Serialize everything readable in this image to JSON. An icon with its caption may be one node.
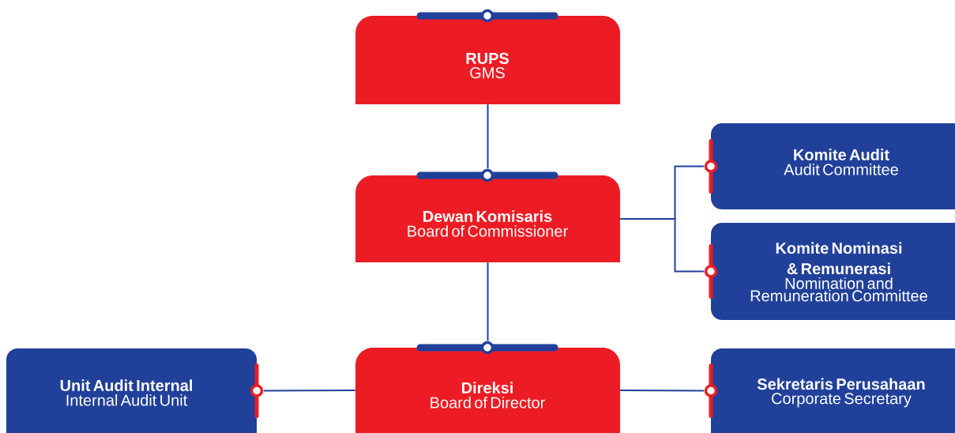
{
  "diagram": {
    "nodes": [
      {
        "text": [
          "RUPS",
          "GMS"
        ]
      },
      {
        "text": [
          "Dewan Komisaris",
          "Board of Commissioner"
        ]
      },
      {
        "text": [
          "Direksi",
          "Board of Director"
        ]
      },
      {
        "text": [
          "Komite Audit",
          "Audit Committee"
        ]
      },
      {
        "text": [
          "Komite Nominasi & Remunerasi",
          "Nomination and Remuneration Committee"
        ]
      },
      {
        "text": [
          "Unit Audit Internal",
          "Internal Audit Unit"
        ]
      },
      {
        "text": [
          "Sekretaris Perusahaan",
          "Corporate Secretary"
        ]
      }
    ],
    "edges": [
      {
        "from": 0,
        "to": 1,
        "arrow": "none"
      },
      {
        "from": 1,
        "to": 3,
        "arrow": "none"
      },
      {
        "from": 1,
        "to": 4,
        "arrow": "none"
      },
      {
        "from": 1,
        "to": 2,
        "arrow": "none"
      },
      {
        "from": 2,
        "to": 5,
        "arrow": "none"
      },
      {
        "from": 2,
        "to": 6,
        "arrow": "none"
      }
    ]
  }
}
